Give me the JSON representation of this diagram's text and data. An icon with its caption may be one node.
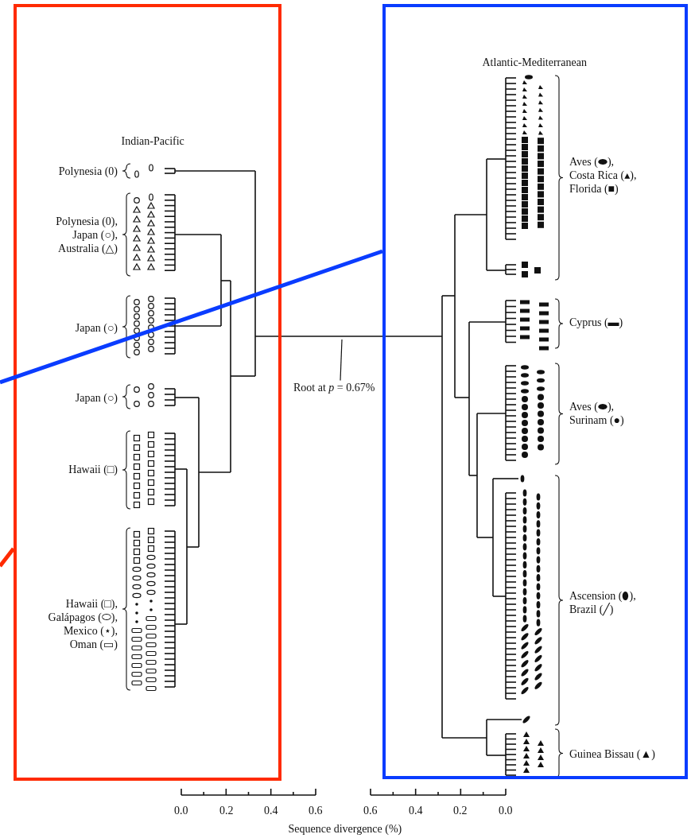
{
  "diagram": {
    "nodes": [
      {
        "text": [
          "Indian-Pacific"
        ]
      },
      {
        "text": [
          "Polynesia (0)"
        ],
        "in": 0
      },
      {
        "text": [
          "Polynesia (0), Japan (○), Australia (△)"
        ],
        "in": 0
      },
      {
        "text": [
          "Japan (○)"
        ],
        "in": 0
      },
      {
        "text": [
          "Japan (○)"
        ],
        "in": 0
      },
      {
        "text": [
          "Hawaii (□)"
        ],
        "in": 0
      },
      {
        "text": [
          "Hawaii (□), Galápagos (⬭), Mexico (⋆), Oman (▭)"
        ],
        "in": 0
      },
      {
        "text": [
          "Root at *p* = 0.67%"
        ]
      },
      {
        "text": [
          "Atlantic-Mediterranean"
        ]
      },
      {
        "text": [
          "Aves (⬬), Costa Rica (▴), Florida (■)"
        ],
        "in": 8
      },
      {
        "text": [
          "Cyprus (▬)"
        ],
        "in": 8
      },
      {
        "text": [
          "Aves (⬬), Surinam (●)"
        ],
        "in": 8
      },
      {
        "text": [
          "Ascension (⬮), Brazil (╱)"
        ],
        "in": 8
      },
      {
        "text": [
          "Guinea Bissau (▲)"
        ],
        "in": 8
      }
    ],
    "edges": [
      {
        "from": 7,
        "to": null,
        "arrow": "none"
      },
      {
        "from": null,
        "to": 8,
        "arrow": "none",
        "color": "#0a3cff"
      },
      {
        "from": null,
        "to": 0,
        "arrow": "none",
        "color": "#ff2a00"
      }
    ],
    "labels": [
      "0.0",
      "0.2",
      "0.4",
      "0.6",
      "0.6",
      "0.4",
      "0.2",
      "0.0",
      "Sequence divergence (%)"
    ]
  }
}
